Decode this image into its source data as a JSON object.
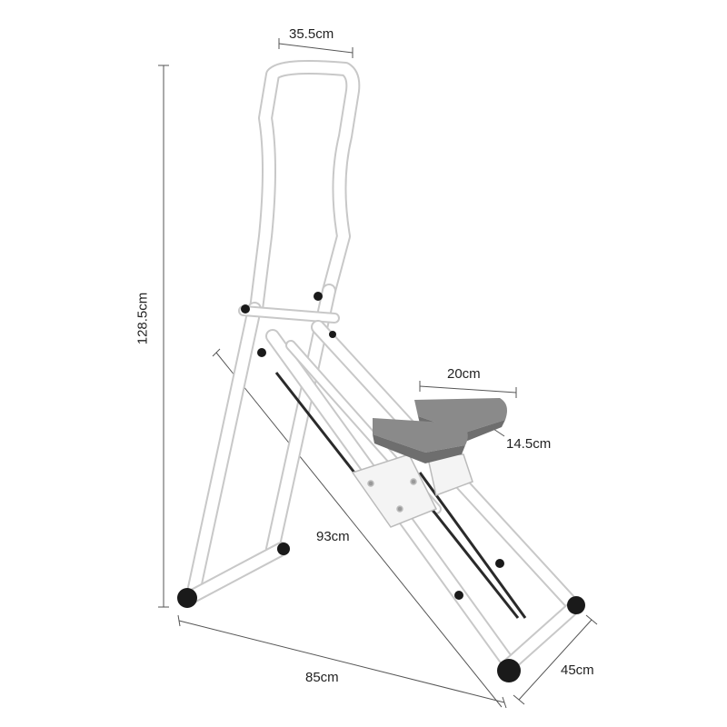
{
  "dimensions": {
    "top_width": "35.5cm",
    "height": "128.5cm",
    "pedal_length": "20cm",
    "pedal_width": "14.5cm",
    "rail_length": "93cm",
    "base_length": "85cm",
    "base_width": "45cm"
  },
  "colors": {
    "frame": "#ffffff",
    "frame_outline": "#c8c8c8",
    "pedal": "#8a8a8a",
    "pedal_dark": "#6e6e6e",
    "foot": "#1a1a1a",
    "cable": "#2a2a2a",
    "dim_line": "#555555"
  }
}
